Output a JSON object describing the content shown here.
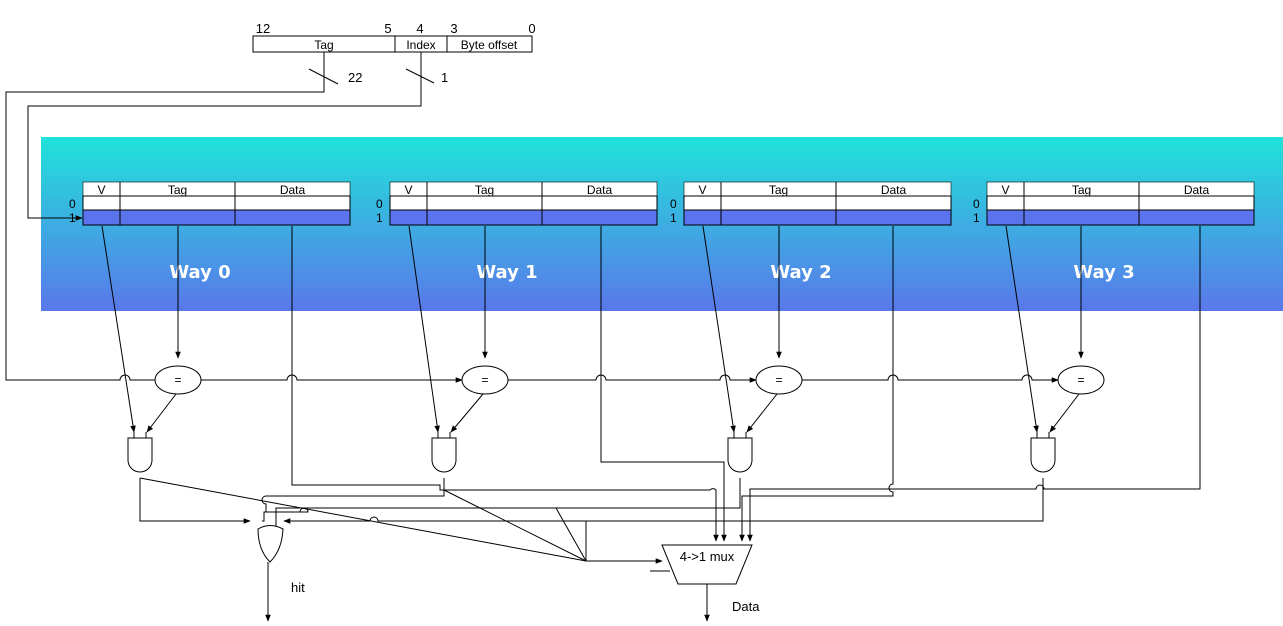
{
  "address": {
    "bit_labels": [
      "12",
      "5",
      "4",
      "3",
      "0"
    ],
    "fields": [
      "Tag",
      "Index",
      "Byte offset"
    ],
    "tag_width": "22",
    "index_width": "1"
  },
  "ways": [
    {
      "label": "Way 0",
      "columns": [
        "V",
        "Tag",
        "Data"
      ],
      "rows": [
        "0",
        "1"
      ]
    },
    {
      "label": "Way 1",
      "columns": [
        "V",
        "Tag",
        "Data"
      ],
      "rows": [
        "0",
        "1"
      ]
    },
    {
      "label": "Way 2",
      "columns": [
        "V",
        "Tag",
        "Data"
      ],
      "rows": [
        "0",
        "1"
      ]
    },
    {
      "label": "Way 3",
      "columns": [
        "V",
        "Tag",
        "Data"
      ],
      "rows": [
        "0",
        "1"
      ]
    }
  ],
  "comparator_symbol": "=",
  "mux_label": "4->1 mux",
  "hit_label": "hit",
  "data_out_label": "Data",
  "colors": {
    "band_top": "#1fe3da",
    "band_bottom": "#5a78ea",
    "selected_row": "#5b73ec"
  }
}
